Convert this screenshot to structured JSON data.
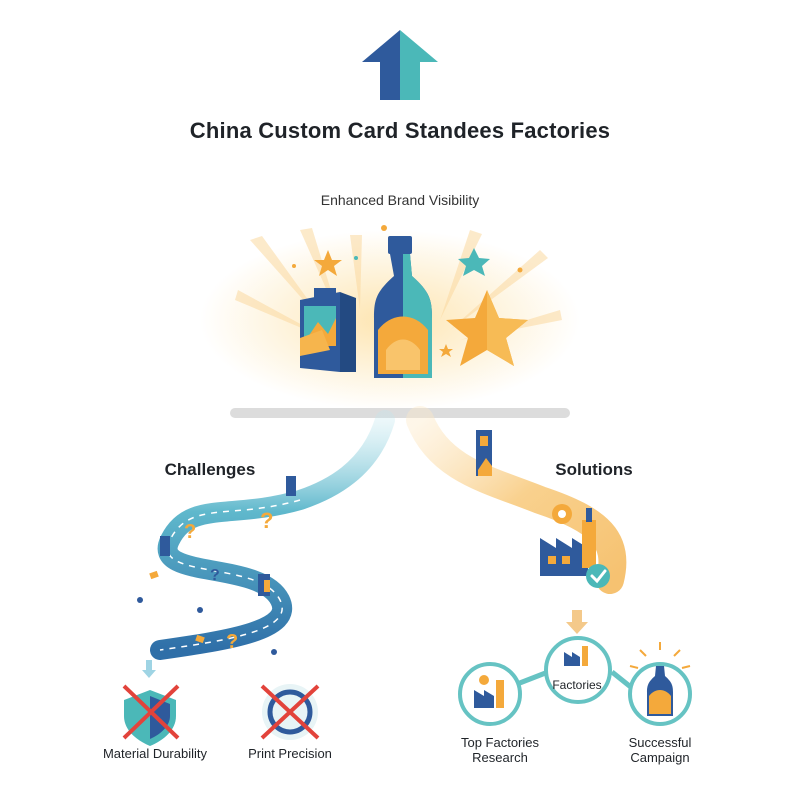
{
  "title": "China Custom Card Standees Factories",
  "top_label": "Enhanced Brand Visibility",
  "challenges": {
    "heading": "Challenges",
    "items": [
      "Material Durability",
      "Print Precision"
    ]
  },
  "solutions": {
    "heading": "Solutions",
    "nodes": [
      "Top Factories\nResearch",
      "Factories",
      "Successful\nCampaign"
    ]
  },
  "icons": [
    "up-arrow-icon",
    "standee-box-icon",
    "bottle-icon",
    "star-icon",
    "question-mark-icon",
    "shield-icon",
    "target-icon",
    "factory-icon",
    "gear-icon",
    "check-icon"
  ],
  "colors": {
    "navy": "#2f5a9c",
    "teal": "#4bb8b8",
    "orange": "#f4a93b",
    "red": "#e2433b",
    "gray": "#dcdcdc"
  }
}
